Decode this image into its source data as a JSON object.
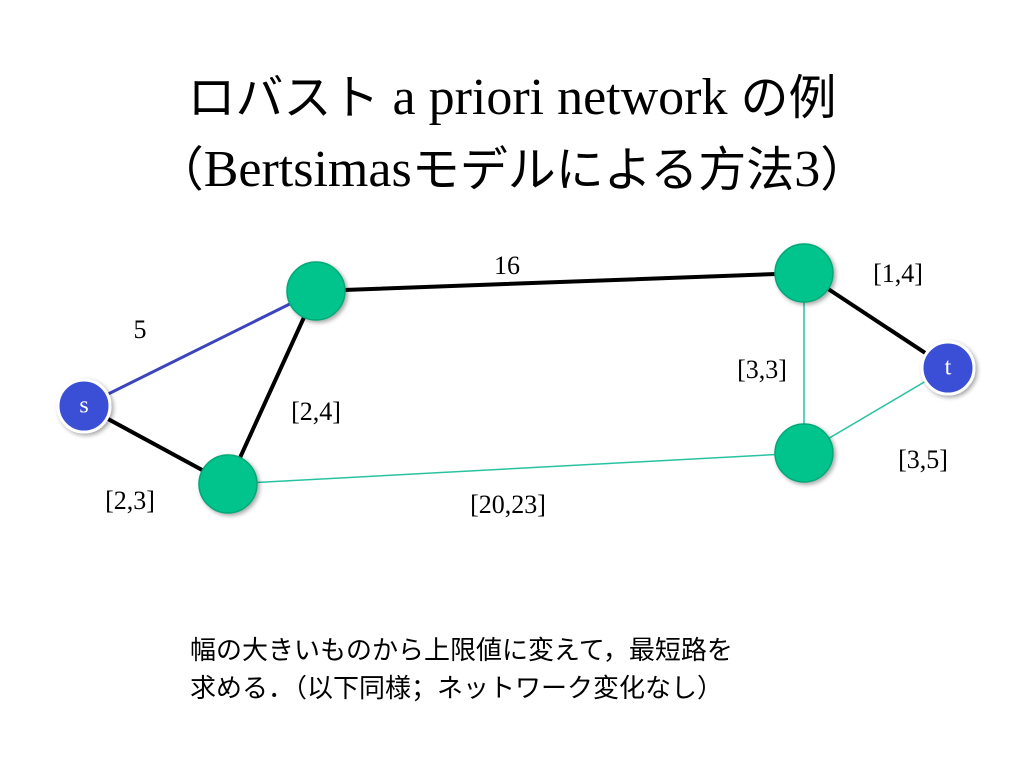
{
  "title": {
    "line1_jp_a": "ロバスト",
    "line1_en": " a priori network ",
    "line1_jp_b": "の例",
    "line2_open": "（",
    "line2_en": "Bertsimas",
    "line2_jp": "モデルによる方法",
    "line2_num": "3",
    "line2_close": "）"
  },
  "graph": {
    "colors": {
      "node_green": "#00c48c",
      "node_blue": "#3b50d6",
      "edge_black": "#000000",
      "edge_blue": "#3b44c0",
      "edge_teal": "#29c2a0"
    },
    "nodes": [
      {
        "id": "s",
        "label": "s",
        "color": "blue"
      },
      {
        "id": "a",
        "label": "",
        "color": "green"
      },
      {
        "id": "b",
        "label": "",
        "color": "green"
      },
      {
        "id": "c",
        "label": "",
        "color": "green"
      },
      {
        "id": "d",
        "label": "",
        "color": "green"
      },
      {
        "id": "t",
        "label": "t",
        "color": "blue"
      }
    ],
    "edges": [
      {
        "from": "s",
        "to": "a",
        "label": "5",
        "style": "blue"
      },
      {
        "from": "a",
        "to": "c",
        "label": "16",
        "style": "black"
      },
      {
        "from": "s",
        "to": "b",
        "label": "[2,3]",
        "style": "black"
      },
      {
        "from": "b",
        "to": "a",
        "label": "[2,4]",
        "style": "black"
      },
      {
        "from": "b",
        "to": "d",
        "label": "[20,23]",
        "style": "teal"
      },
      {
        "from": "c",
        "to": "t",
        "label": "[1,4]",
        "style": "black"
      },
      {
        "from": "c",
        "to": "d",
        "label": "[3,3]",
        "style": "teal"
      },
      {
        "from": "d",
        "to": "t",
        "label": "[3,5]",
        "style": "teal"
      }
    ]
  },
  "note": {
    "line1": "幅の大きいものから上限値に変えて，最短路を",
    "line2": "求める．（以下同様；ネットワーク変化なし）"
  }
}
